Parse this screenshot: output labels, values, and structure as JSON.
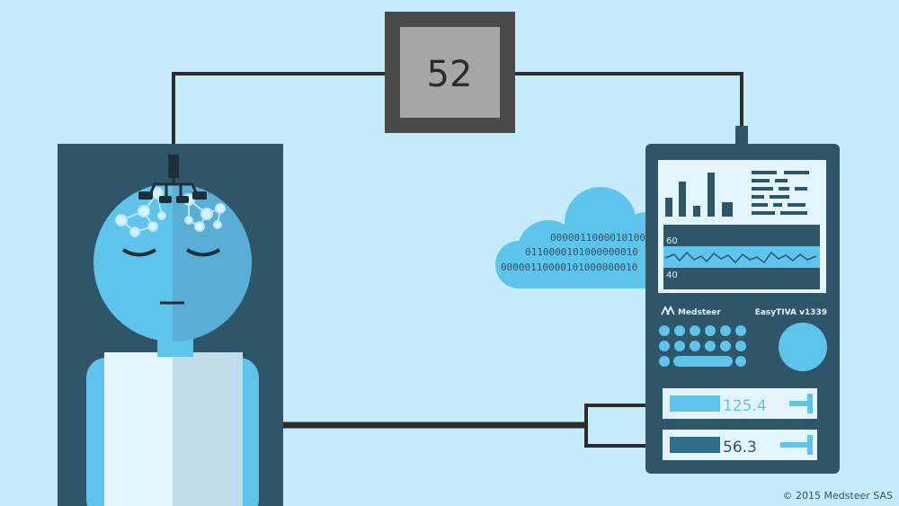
{
  "monitor": {
    "value": "52"
  },
  "cloud": {
    "binary_lines": [
      "0000011000010100",
      "0110000101000000010",
      "00000110000101000000010"
    ]
  },
  "pump": {
    "brand": "Medsteer",
    "model": "EasyTIVA v1339",
    "wave_scale_top": "60",
    "wave_scale_bottom": "40",
    "syringe_1_value": "125.4",
    "syringe_2_value": "56.3"
  },
  "copyright": "© 2015 Medsteer SAS",
  "colors": {
    "background": "#c6ebfa",
    "navy": "#2e5568",
    "sky_blue": "#5ec4ec",
    "monitor_frame": "#4a4a4a",
    "monitor_screen": "#a6a6a6"
  }
}
